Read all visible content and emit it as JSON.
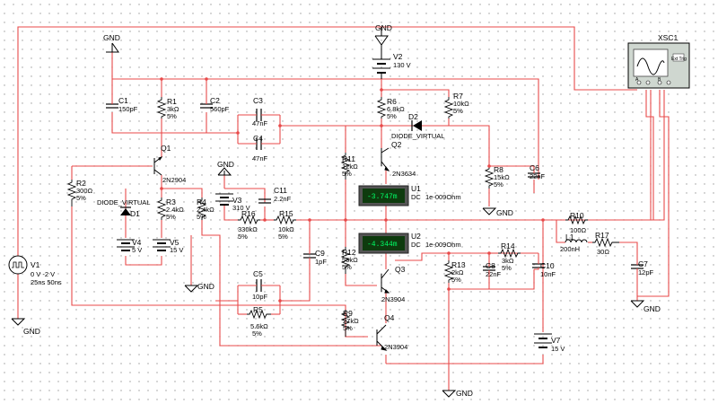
{
  "schematic": {
    "grounds": {
      "label": "GND"
    },
    "sources": {
      "v1": {
        "name": "V1",
        "line1": "0 V -2 V",
        "line2": "25ns 50ns"
      },
      "v2": {
        "name": "V2",
        "value": "130 V"
      },
      "v3": {
        "name": "V3",
        "value": "310 V"
      },
      "v4": {
        "name": "V4",
        "value": "5 V"
      },
      "v5": {
        "name": "V5",
        "value": "15 V"
      },
      "v7": {
        "name": "V7",
        "value": "15 V"
      }
    },
    "resistors": {
      "r1": {
        "name": "R1",
        "value": "3kΩ",
        "tol": "5%"
      },
      "r2": {
        "name": "R2",
        "value": "300Ω",
        "tol": "5%"
      },
      "r3": {
        "name": "R3",
        "value": "2.4kΩ",
        "tol": "5%"
      },
      "r4": {
        "name": "R4",
        "value": "2.4kΩ",
        "tol": "5%"
      },
      "r5": {
        "name": "R5",
        "value": "5.6kΩ",
        "tol": "5%"
      },
      "r6": {
        "name": "R6",
        "value": "6.8kΩ",
        "tol": "5%"
      },
      "r7": {
        "name": "R7",
        "value": "10kΩ",
        "tol": "5%"
      },
      "r8": {
        "name": "R8",
        "value": "15kΩ",
        "tol": "5%"
      },
      "r9": {
        "name": "R9",
        "value": "27kΩ",
        "tol": "5%"
      },
      "r10": {
        "name": "R10",
        "value": "100Ω"
      },
      "r11": {
        "name": "R11",
        "value": "12kΩ",
        "tol": "5%"
      },
      "r12": {
        "name": "R12",
        "value": "56kΩ",
        "tol": "5%"
      },
      "r13": {
        "name": "R13",
        "value": "2kΩ",
        "tol": "5%"
      },
      "r14": {
        "name": "R14",
        "value": "3kΩ",
        "tol": "5%"
      },
      "r15": {
        "name": "R15",
        "value": "10kΩ",
        "tol": "5%"
      },
      "r16": {
        "name": "R16",
        "value": "330kΩ",
        "tol": "5%"
      },
      "r17": {
        "name": "R17",
        "value": "30Ω"
      }
    },
    "capacitors": {
      "c1": {
        "name": "C1",
        "value": "150pF"
      },
      "c2": {
        "name": "C2",
        "value": "560pF"
      },
      "c3": {
        "name": "C3",
        "value": "47nF"
      },
      "c4": {
        "name": "C4",
        "value": "47nF"
      },
      "c5": {
        "name": "C5",
        "value": "10pF"
      },
      "c6": {
        "name": "C6",
        "value": "22nF"
      },
      "c7": {
        "name": "C7",
        "value": "12pF"
      },
      "c8": {
        "name": "C8",
        "value": "22nF"
      },
      "c9": {
        "name": "C9",
        "value": "1pF"
      },
      "c10": {
        "name": "C10",
        "value": "10nF"
      },
      "c11": {
        "name": "C11",
        "value": "2.2nF"
      }
    },
    "inductor": {
      "name": "L1",
      "value": "200nH"
    },
    "transistors": {
      "q1": {
        "name": "Q1",
        "part": "2N2904"
      },
      "q2": {
        "name": "Q2",
        "part": "2N3634"
      },
      "q3": {
        "name": "Q3",
        "part": "2N3904"
      },
      "q4": {
        "name": "Q4",
        "part": "2N3904"
      }
    },
    "diodes": {
      "d1": {
        "name": "D1",
        "part": "DIODE_VIRTUAL"
      },
      "d2": {
        "name": "D2",
        "part": "DIODE_VIRTUAL"
      }
    },
    "meters": {
      "u1": {
        "name": "U1",
        "reading": "-3.747m",
        "mode": "DC",
        "resistance": "1e-009Ohm"
      },
      "u2": {
        "name": "U2",
        "reading": "-4.344m",
        "mode": "DC",
        "resistance": "1e-009Ohm"
      }
    },
    "scope": {
      "name": "XSC1",
      "ext_trig": "Ext Trig",
      "ch_a": "A",
      "ch_b": "B"
    }
  },
  "colors": {
    "wire": "#e84a4a",
    "wire_dark": "#1a1a1a",
    "component": "#000000",
    "meter_bg": "#0e3b0e",
    "meter_text": "#00ff66",
    "grid_dot": "#9a9a9a",
    "scope_body": "#cfd7d0"
  }
}
